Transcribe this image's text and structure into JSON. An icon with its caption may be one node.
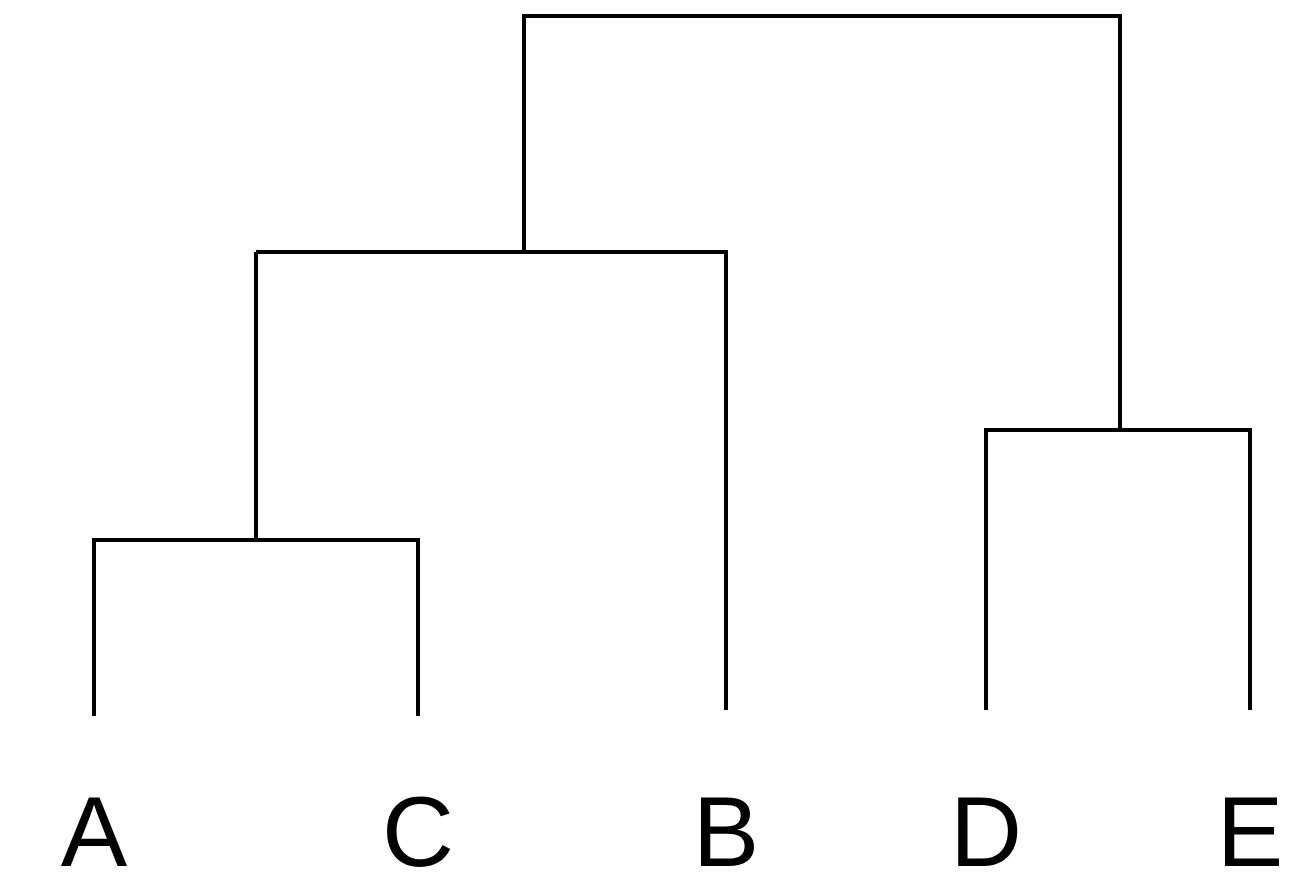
{
  "diagram": {
    "labels": [
      "A",
      "C",
      "B",
      "D",
      "E"
    ]
  }
}
